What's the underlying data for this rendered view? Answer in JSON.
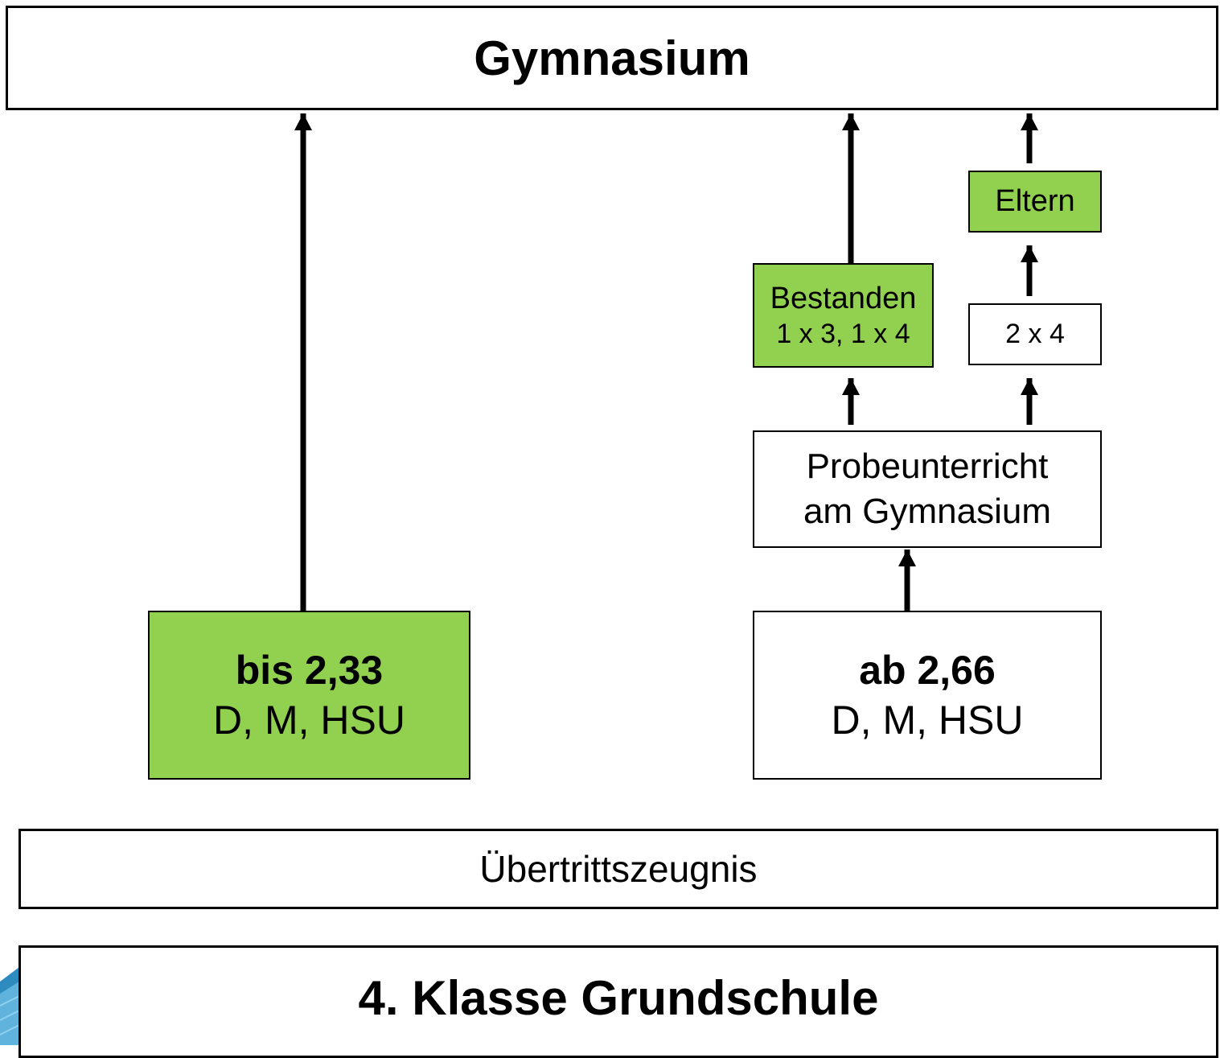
{
  "top_box": {
    "label": "Gymnasium"
  },
  "left_grade_box": {
    "grade": "bis 2,33",
    "subjects": "D, M, HSU"
  },
  "right_grade_box": {
    "grade": "ab 2,66",
    "subjects": "D, M, HSU"
  },
  "probe_box": {
    "line1": "Probeunterricht",
    "line2": "am Gymnasium"
  },
  "bestanden_box": {
    "line1": "Bestanden",
    "line2": "1 x 3, 1 x 4"
  },
  "grades_box": {
    "label": "2 x 4"
  },
  "eltern_box": {
    "label": "Eltern"
  },
  "uebertritt_box": {
    "label": "Übertrittszeugnis"
  },
  "bottom_box": {
    "label": "4. Klasse Grundschule"
  },
  "colors": {
    "green": "#92d050",
    "border": "#000000",
    "background": "#ffffff",
    "decoration": "#2e8bc0"
  }
}
